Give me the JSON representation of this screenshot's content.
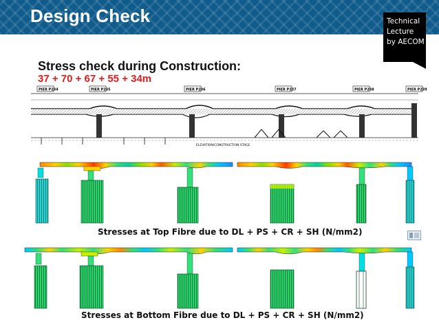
{
  "slide": {
    "title": "Design Check",
    "badge": {
      "lines": [
        "Technical",
        "Lecture",
        "by AECOM"
      ]
    },
    "heading": "Stress check during Construction:",
    "spans_text": "37 + 70 + 67 + 55 + 34m"
  },
  "elevation_drawing": {
    "pier_labels": [
      "PIER P234",
      "PIER P235",
      "PIER P236",
      "PIER P237",
      "PIER P238",
      "PIER P239"
    ],
    "drawing_label": "ELEVATION/CONSTRUCTION STAGE"
  },
  "stress_plots": [
    {
      "caption": "Stresses at Top Fibre due to DL + PS + CR + SH  (N/mm2)"
    },
    {
      "caption": "Stresses at Bottom Fibre due to DL + PS + CR + SH  (N/mm2)"
    }
  ],
  "colors": {
    "banner": "#0f5b8c",
    "badge": "#000000",
    "spans_text": "#e31b1b",
    "stress_gradient": [
      "#1f3dff",
      "#00c8ff",
      "#33e07a",
      "#c8f000",
      "#ffd200",
      "#ff5a00",
      "#d80000"
    ]
  }
}
